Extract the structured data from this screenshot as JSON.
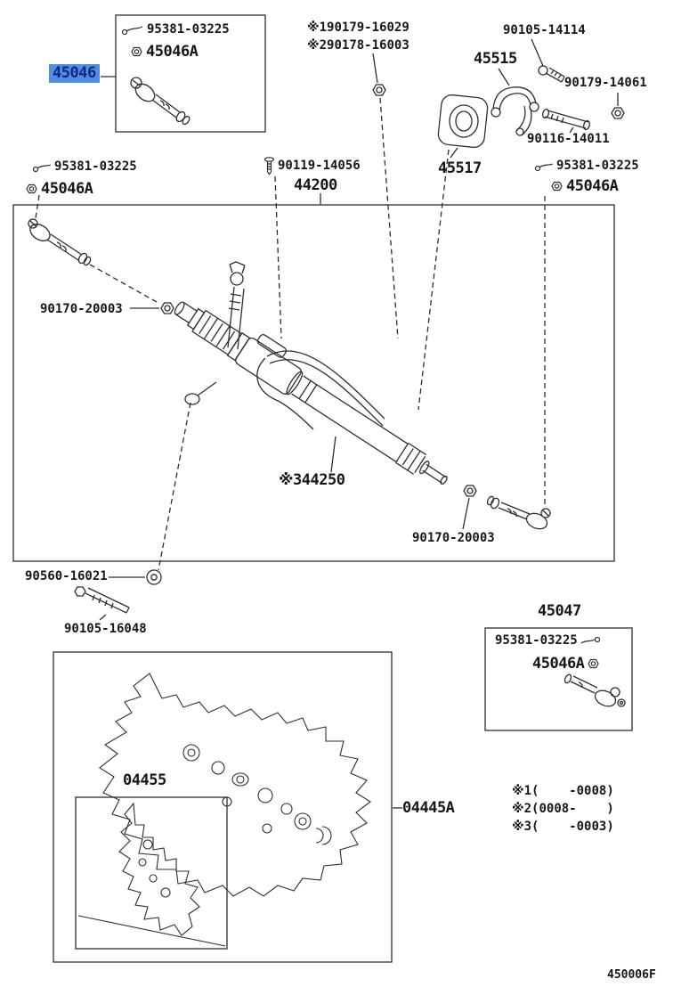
{
  "colors": {
    "highlight_bg": "#4e8fe0",
    "highlight_text": "#16228e",
    "ink": "#171717"
  },
  "icons": {
    "tie_rod": "tie-rod-end-icon",
    "nut": "nut-icon",
    "bolt": "bolt-icon",
    "washer": "washer-icon"
  },
  "callouts": {
    "top_box_tierod": "95381-03225",
    "top_box_nut": "45046A",
    "selected_part": "45046",
    "ref_note_1": "※190179-16029",
    "ref_note_2": "※290178-16003",
    "bolt_top_right": "90105-14114",
    "bracket": "45515",
    "nut_right_upper": "90179-14061",
    "stud": "90116-14011",
    "grommet": "45517",
    "right_tierod": "95381-03225",
    "right_nut": "45046A",
    "left_tierod": "95381-03225",
    "left_nut": "45046A",
    "bolt_center": "90119-14056",
    "gear_assembly": "44200",
    "lock_nut_left": "90170-20003",
    "rack_bar": "※344250",
    "lock_nut_right": "90170-20003",
    "washer": "90560-16021",
    "bolt_lower": "90105-16048",
    "kit_title": "45047",
    "kit_tierod": "95381-03225",
    "kit_nut": "45046A",
    "inner_kit": "04455",
    "outer_kit": "04445A",
    "app_note_1": "※1(    -0008)",
    "app_note_2": "※2(0008-    )",
    "app_note_3": "※3(    -0003)"
  },
  "footer": {
    "code": "450006F"
  }
}
